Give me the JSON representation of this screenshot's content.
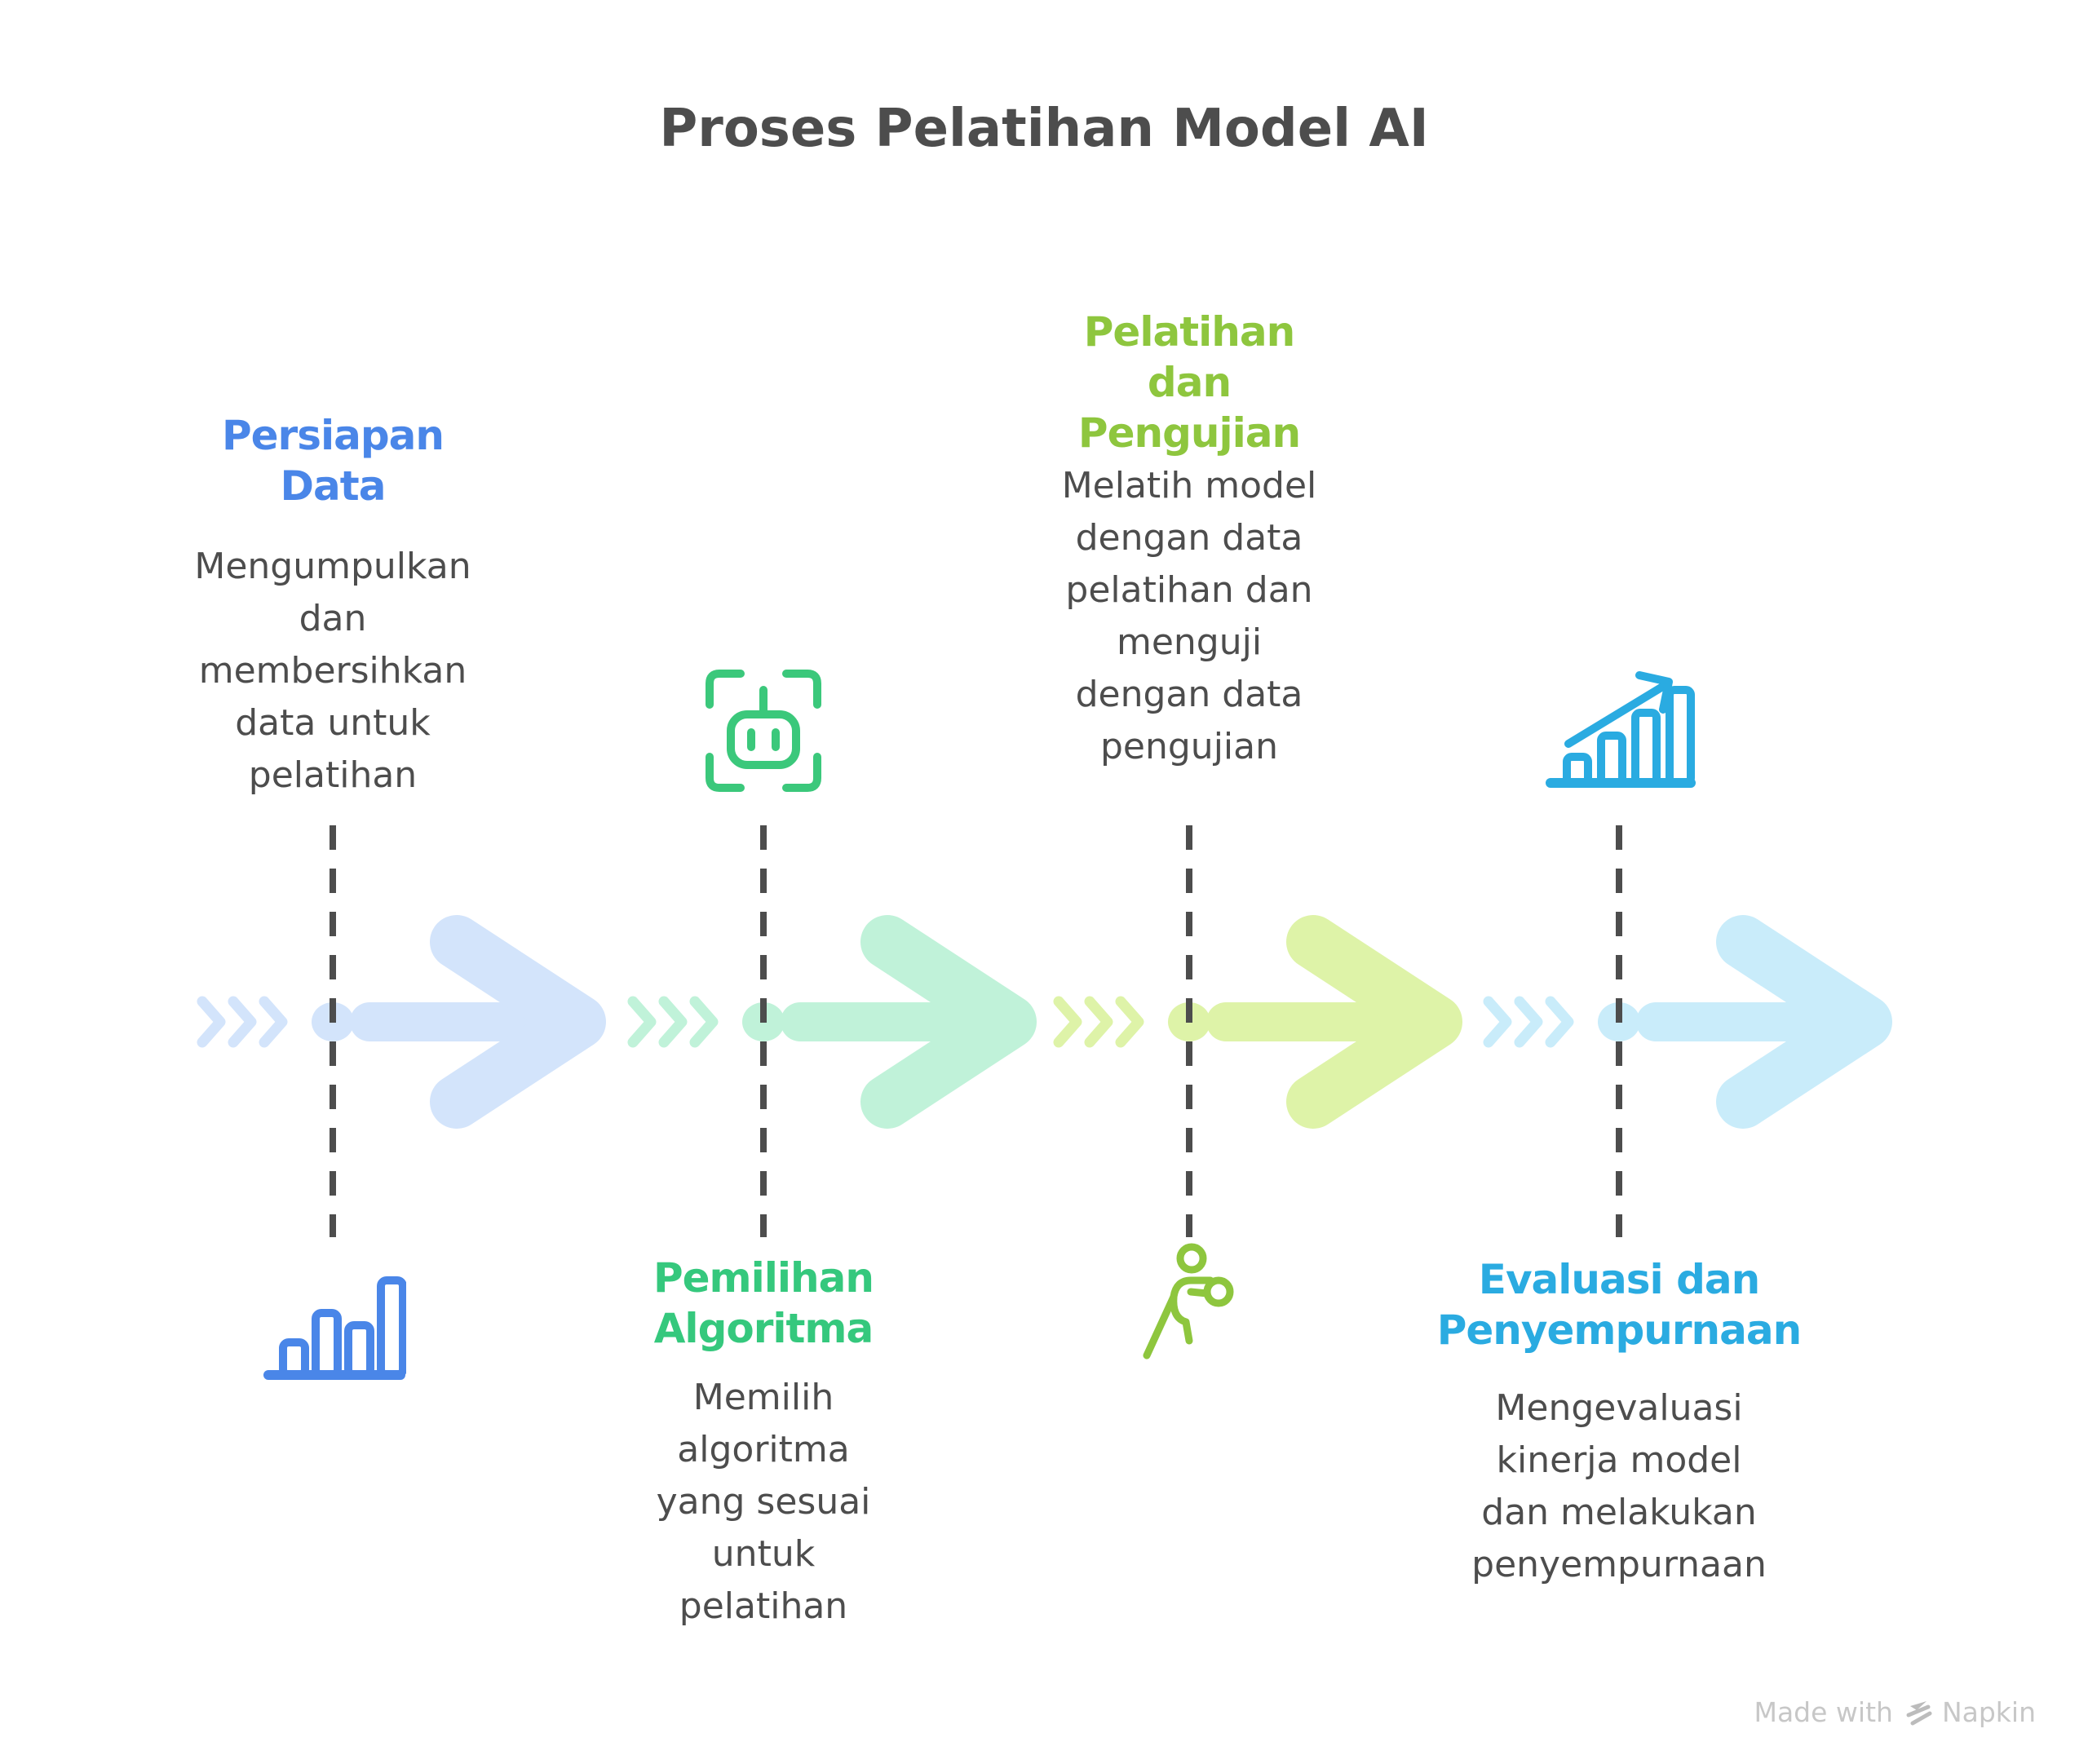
{
  "title": {
    "text": "Proses Pelatihan Model AI",
    "color": "#4d4d4d"
  },
  "palette": {
    "text": "#4d4d4d",
    "dashed_line": "#4d4d4d",
    "watermark": "#c7c7c7",
    "watermark_logo": "#bcbcbc"
  },
  "stages": [
    {
      "heading": "Persiapan\nData",
      "heading_color": "#4a86e8",
      "description": "Mengumpulkan\ndan\nmembersihkan\ndata untuk\npelatihan",
      "icon": "bar-chart-icon",
      "icon_color": "#4a86e8",
      "flow_color": "#d3e4fb",
      "text_position": "top"
    },
    {
      "heading": "Pemilihan\nAlgoritma",
      "heading_color": "#35c87d",
      "description": "Memilih\nalgoritma\nyang sesuai\nuntuk\npelatihan",
      "icon": "robot-scan-icon",
      "icon_color": "#3bc87b",
      "flow_color": "#c0f2d9",
      "text_position": "bottom"
    },
    {
      "heading": "Pelatihan\ndan\nPengujian",
      "heading_color": "#8ec63e",
      "description": "Melatih model\ndengan data\npelatihan dan\nmenguji\ndengan data\npengujian",
      "icon": "boxer-icon",
      "icon_color": "#8ec63e",
      "flow_color": "#def3a8",
      "text_position": "top"
    },
    {
      "heading": "Evaluasi dan\nPenyempurnaan",
      "heading_color": "#2aabe1",
      "description": "Mengevaluasi\nkinerja model\ndan melakukan\npenyempurnaan",
      "icon": "growth-chart-icon",
      "icon_color": "#2aabe1",
      "flow_color": "#c9ecfa",
      "text_position": "bottom"
    }
  ],
  "watermark": {
    "prefix": "Made with",
    "brand": "Napkin"
  }
}
